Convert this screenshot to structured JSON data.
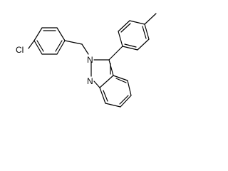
{
  "molecule": {
    "atom_labels": {
      "chlorine": "Cl",
      "nitrogen_2": "N",
      "nitrogen_1": "N"
    },
    "colors": {
      "bond": "#000000",
      "label": "#000000",
      "background": "#ffffff"
    }
  }
}
